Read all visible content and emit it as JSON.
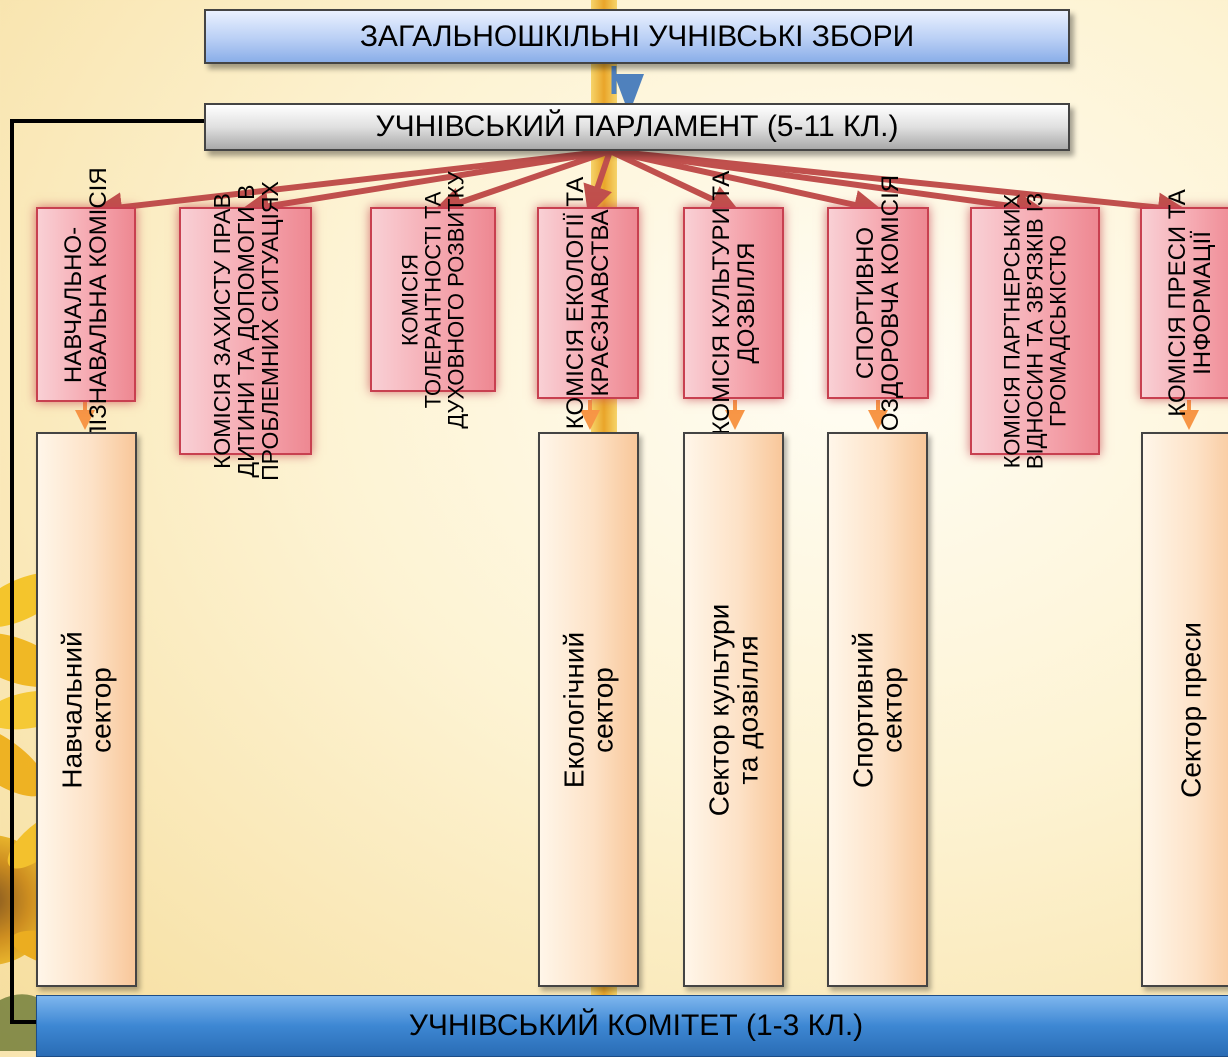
{
  "header": {
    "assembly": "ЗАГАЛЬНОШКІЛЬНІ УЧНІВСЬКІ ЗБОРИ",
    "parliament": "УЧНІВСЬКИЙ ПАРЛАМЕНТ (5-11 КЛ.)",
    "committee": "УЧНІВСЬКИЙ КОМІТЕТ (1-3 КЛ.)"
  },
  "commissions": [
    {
      "lines": [
        "НАВЧАЛЬНО-",
        "ПІЗНАВАЛЬНА КОМІСІЯ"
      ]
    },
    {
      "lines": [
        "КОМІСІЯ ЗАХИСТУ ПРАВ",
        "ДИТИНИ ТА ДОПОМОГИ В",
        "ПРОБЛЕМНИХ СИТУАЦІЯХ"
      ]
    },
    {
      "lines": [
        "КОМІСІЯ",
        "ТОЛЕРАНТНОСТІ ТА",
        "ДУХОВНОГО РОЗВИТКУ"
      ]
    },
    {
      "lines": [
        "КОМІСІЯ ЕКОЛОГІЇ ТА",
        "КРАЄЗНАВСТВА"
      ]
    },
    {
      "lines": [
        "КОМІСІЯ КУЛЬТУРИ ТА",
        "ДОЗВІЛЛЯ"
      ]
    },
    {
      "lines": [
        "СПОРТИВНО",
        "ОЗДОРОВЧА КОМІСІЯ"
      ]
    },
    {
      "lines": [
        "КОМІСІЯ ПАРТНЕРСЬКИХ",
        "ВІДНОСИН ТА ЗВ'ЯЗКІВ ІЗ",
        "ГРОМАДСЬКІСТЮ"
      ]
    },
    {
      "lines": [
        "КОМІСІЯ ПРЕСИ ТА",
        "ІНФОРМАЦІЇ"
      ]
    }
  ],
  "sectors": [
    {
      "lines": [
        "Навчальний",
        "сектор"
      ]
    },
    {
      "lines": [
        "Екологічний",
        "сектор"
      ]
    },
    {
      "lines": [
        "Сектор культури",
        "та дозвілля"
      ]
    },
    {
      "lines": [
        "Спортивний",
        "сектор"
      ]
    },
    {
      "lines": [
        "Сектор преси"
      ]
    }
  ],
  "colors": {
    "commission_border": "#c84050",
    "arrow_red": "#c0504d",
    "arrow_orange": "#f79646",
    "arrow_blue": "#4f81bd",
    "committee_blue": "#3d87d3"
  }
}
